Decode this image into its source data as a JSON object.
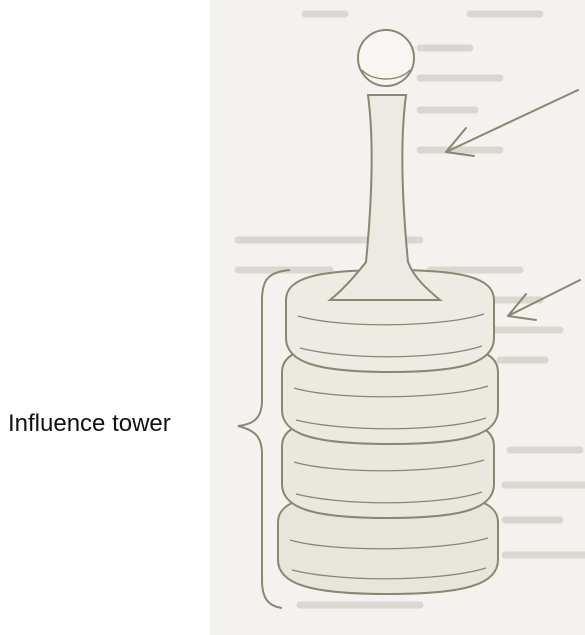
{
  "diagram": {
    "labels": {
      "tower": "Influence tower"
    },
    "components": [
      {
        "id": "knob",
        "kind": "ball-on-stalk"
      },
      {
        "id": "ring-1",
        "kind": "stacked-ring"
      },
      {
        "id": "ring-2",
        "kind": "stacked-ring"
      },
      {
        "id": "ring-3",
        "kind": "stacked-ring"
      },
      {
        "id": "ring-4",
        "kind": "stacked-ring"
      }
    ],
    "annotations": [
      {
        "id": "arrow-knob",
        "points_to": "knob"
      },
      {
        "id": "arrow-top-ring",
        "points_to": "ring-1"
      },
      {
        "id": "brace-tower",
        "spans": [
          "ring-1",
          "ring-2",
          "ring-3",
          "ring-4"
        ],
        "labelled_by": "tower"
      }
    ],
    "colors": {
      "ink": "#8a8672",
      "paper": "#f3f2ee",
      "ghost_text": "#cfcdc4",
      "label": "#111111"
    }
  }
}
